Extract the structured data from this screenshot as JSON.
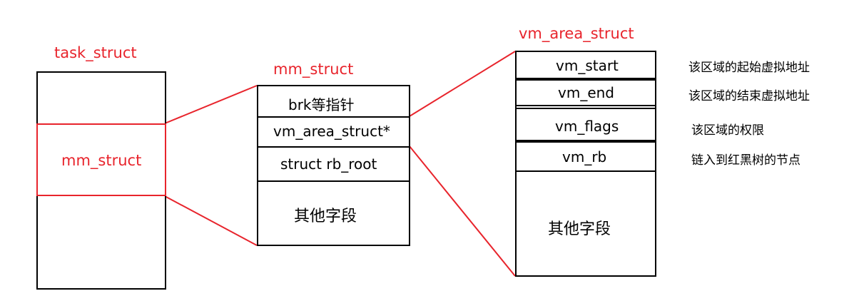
{
  "colors": {
    "accent": "#e8242c",
    "outline": "#000000"
  },
  "task_struct": {
    "title": "task_struct",
    "highlight_label": "mm_struct"
  },
  "mm_struct": {
    "title": "mm_struct",
    "rows": [
      "brk等指针",
      "vm_area_struct*",
      "struct rb_root",
      "其他字段"
    ]
  },
  "vm_area_struct": {
    "title": "vm_area_struct",
    "rows": [
      "vm_start",
      "vm_end",
      "vm_flags",
      "vm_rb",
      "其他字段"
    ]
  },
  "notes": [
    "该区域的起始虚拟地址",
    "该区域的结束虚拟地址",
    "该区域的权限",
    "链入到红黑树的节点"
  ]
}
